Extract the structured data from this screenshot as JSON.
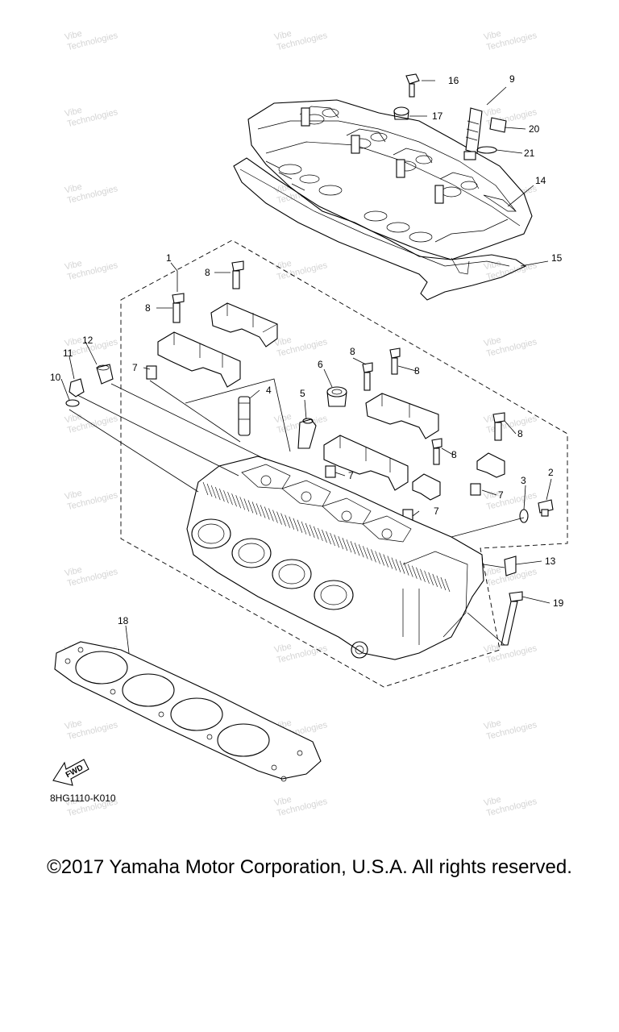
{
  "diagram": {
    "drawing_code": "8HG1110-K010",
    "fwd_label": "FWD",
    "watermark_lines": [
      "Vibe",
      "Technologies"
    ],
    "callouts": [
      "1",
      "2",
      "3",
      "4",
      "5",
      "6",
      "7",
      "8",
      "9",
      "10",
      "11",
      "12",
      "13",
      "14",
      "15",
      "16",
      "17",
      "18",
      "19",
      "20",
      "21"
    ]
  },
  "footer": {
    "copyright": "©2017 Yamaha Motor Corporation, U.S.A. All rights reserved."
  }
}
